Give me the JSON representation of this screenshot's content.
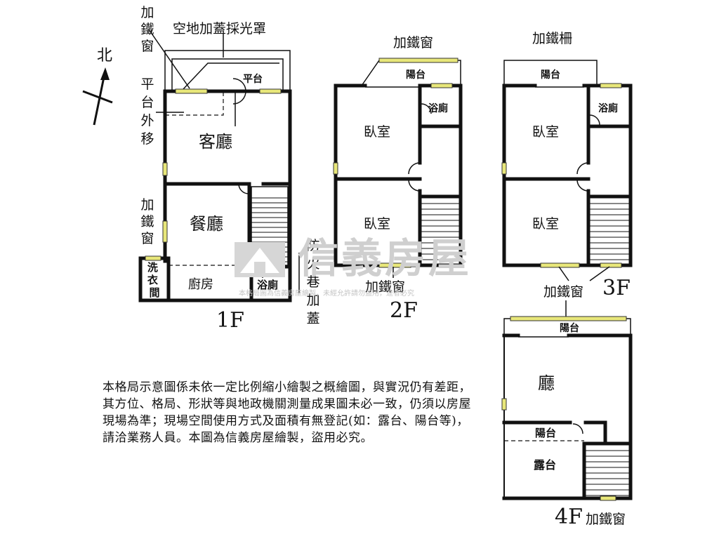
{
  "compass": {
    "label": "北"
  },
  "floor1": {
    "floor_label": "1F",
    "rooms": {
      "living": "客廳",
      "dining": "餐廳",
      "kitchen": "廚房",
      "bath": "浴廁",
      "platform": "平台",
      "laundry": "洗衣間"
    },
    "callouts": {
      "iron_window_top": "加鐵窗",
      "skylight": "空地加蓋採光罩",
      "platform_moved": "平台外移",
      "iron_window_left": "加鐵窗",
      "fire_lane": "防火巷加蓋"
    }
  },
  "floor2": {
    "floor_label": "2F",
    "rooms": {
      "balcony": "陽台",
      "bath": "浴廁",
      "bedroom_1": "臥室",
      "bedroom_2": "臥室"
    },
    "callouts": {
      "iron_window_top": "加鐵窗",
      "iron_window_bottom": "加鐵窗"
    }
  },
  "floor3": {
    "floor_label": "3F",
    "rooms": {
      "balcony": "陽台",
      "bath": "浴廁",
      "bedroom_1": "臥室",
      "bedroom_2": "臥室"
    },
    "callouts": {
      "iron_railing": "加鐵柵",
      "iron_window_bottom": "加鐵窗"
    }
  },
  "floor4": {
    "floor_label": "4F",
    "rooms": {
      "balcony_top": "陽台",
      "hall": "廳",
      "balcony_inner": "陽台",
      "terrace": "露台"
    },
    "callouts": {
      "iron_window_bottom": "加鐵窗"
    }
  },
  "notice": "本格局示意圖係未依一定比例縮小繪製之概繪圖，與實況仍有差距，其方位、格局、形狀等與地政機關測量成果圖未必一致，仍須以房屋現場為準；現場空間使用方式及面積有無登記(如：露台、陽台等)，請洽業務人員。本圖為信義房屋繪製，盜用必究。",
  "watermark": {
    "brand": "信義房屋",
    "line": "本格局圖為信義房屋繪製，未經允許請勿盜用，違者必究"
  },
  "colors": {
    "window_fill": "#e8e77a",
    "wall": "#111111",
    "watermark": "#cfcfcf"
  }
}
